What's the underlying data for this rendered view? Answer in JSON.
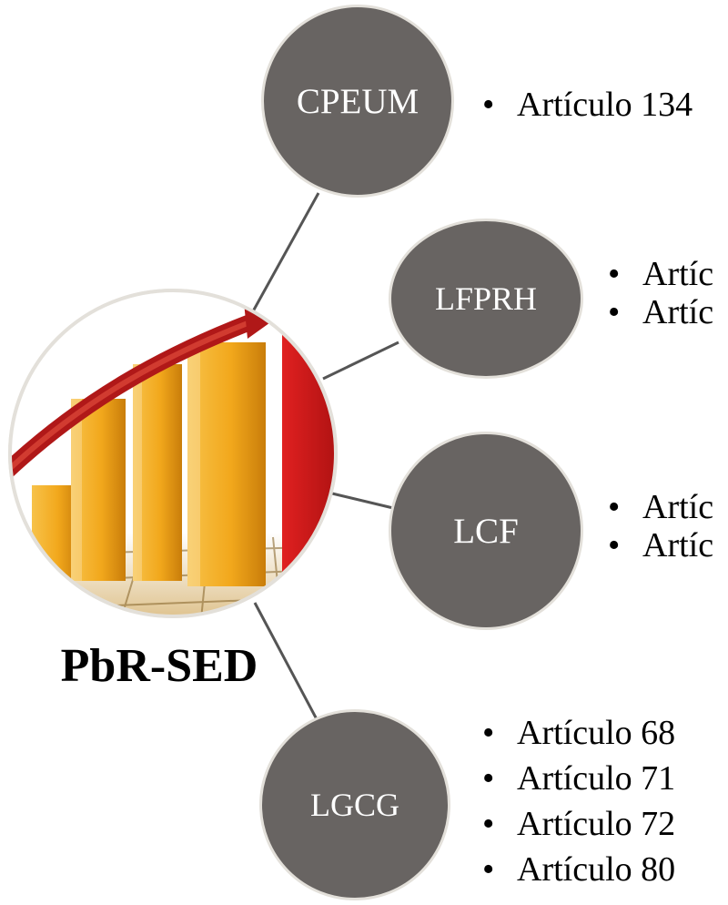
{
  "hub": {
    "title": "PbR-SED",
    "image": "bar-chart-growth-icon"
  },
  "nodes": [
    {
      "label": "CPEUM",
      "items": [
        "Artículo 134"
      ]
    },
    {
      "label": "LFPRH",
      "items": [
        "Artíc",
        "Artíc"
      ]
    },
    {
      "label": "LCF",
      "items": [
        "Artíc",
        "Artíc"
      ]
    },
    {
      "label": "LGCG",
      "items": [
        "Artículo 68",
        "Artículo 71",
        "Artículo 72",
        "Artículo 80"
      ]
    }
  ],
  "colors": {
    "node_fill": "#686462",
    "node_border": "#e3e0da",
    "connector": "#555555",
    "bar_gold": "#f2a81c",
    "arrow_red": "#b01818"
  }
}
